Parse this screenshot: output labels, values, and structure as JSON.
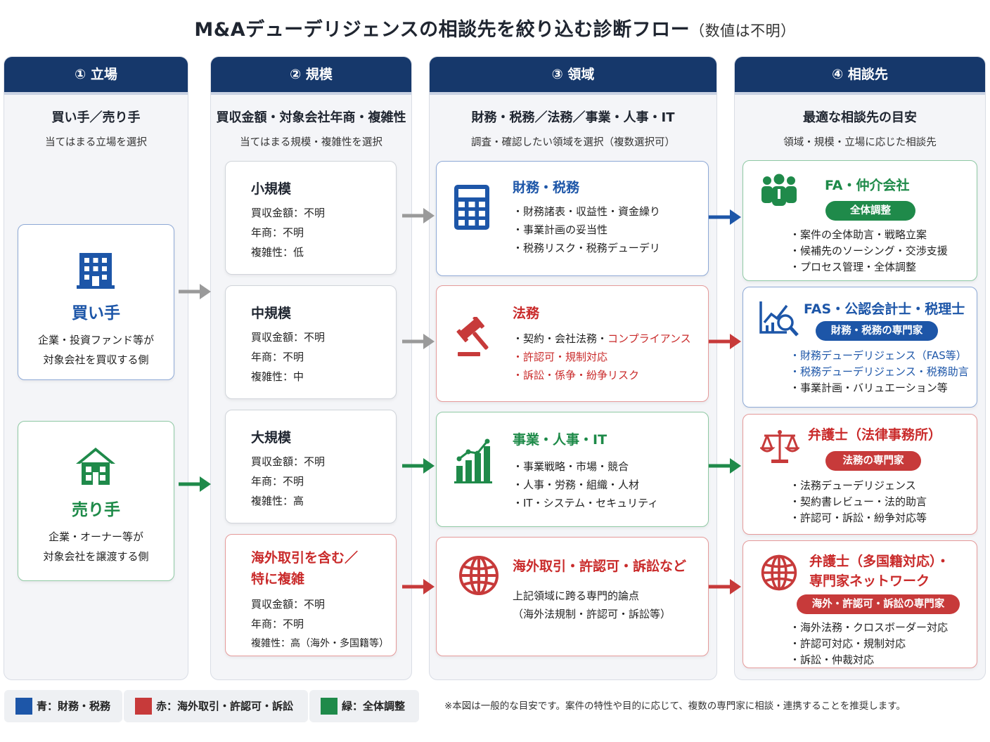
{
  "title": "M&Aデューデリジェンスの相談先を絞り込む診断フロー",
  "title_note": "（数値は不明）",
  "columns": [
    {
      "head": "① 立場",
      "sub1": "買い手／売り手",
      "sub2": "当てはまる立場を選択"
    },
    {
      "head": "② 規模",
      "sub1": "買収金額・対象会社年商・複雑性",
      "sub2": "当てはまる規模・複雑性を選択"
    },
    {
      "head": "③ 領域",
      "sub1": "財務・税務／法務／事業・人事・IT",
      "sub2": "調査・確認したい領域を選択（複数選択可）"
    },
    {
      "head": "④ 相談先",
      "sub1": "最適な相談先の目安",
      "sub2": "領域・規模・立場に応じた相談先"
    }
  ],
  "roles": [
    {
      "title": "買い手",
      "desc1": "企業・投資ファンド等が",
      "desc2": "対象会社を買収する側",
      "icon": "office-building-icon",
      "color": "#1d56a8"
    },
    {
      "title": "売り手",
      "desc1": "企業・オーナー等が",
      "desc2": "対象会社を譲渡する側",
      "icon": "house-icon",
      "color": "#1f8a4a"
    }
  ],
  "sizes": [
    {
      "title": "小規模",
      "amount": "買収金額：不明",
      "sales": "年商：不明",
      "complexity": "複雑性：低"
    },
    {
      "title": "中規模",
      "amount": "買収金額：不明",
      "sales": "年商：不明",
      "complexity": "複雑性：中"
    },
    {
      "title": "大規模",
      "amount": "買収金額：不明",
      "sales": "年商：不明",
      "complexity": "複雑性：高"
    },
    {
      "title1": "海外取引を含む／",
      "title2": "特に複雑",
      "amount": "買収金額：不明",
      "sales": "年商：不明",
      "complexity": "複雑性：高（海外・多国籍等）"
    }
  ],
  "domains": [
    {
      "title": "財務・税務",
      "icon": "calculator-icon",
      "items": [
        "・財務諸表・収益性・資金繰り",
        "・事業計画の妥当性",
        "・税務リスク・税務デューデリ"
      ]
    },
    {
      "title": "法務",
      "icon": "gavel-icon",
      "items": [
        "・契約・会社法務・",
        "コンプライアンス",
        "・許認可・規制対応",
        "・訴訟・係争・紛争リスク"
      ]
    },
    {
      "title": "事業・人事・IT",
      "icon": "growth-chart-icon",
      "items": [
        "・事業戦略・市場・競合",
        "・人事・労務・組織・人材",
        "・IT・システム・セキュリティ"
      ]
    },
    {
      "title": "海外取引・許認可・訴訟など",
      "icon": "globe-icon",
      "items": [
        "上記領域に跨る専門的論点",
        "（海外法規制・許認可・訴訟等）"
      ]
    }
  ],
  "advisors": [
    {
      "title": "FA・仲介会社",
      "badge": "全体調整",
      "icon": "people-group-icon",
      "items": [
        "・案件の全体助言・戦略立案",
        "・候補先のソーシング・交渉支援",
        "・プロセス管理・全体調整"
      ]
    },
    {
      "title": "FAS・公認会計士・税理士",
      "badge": "財務・税務の専門家",
      "icon": "analysis-magnifier-icon",
      "items": [
        "・財務デューデリジェンス（FAS等）",
        "・税務デューデリジェンス・税務助言",
        "・事業計画・バリュエーション等"
      ]
    },
    {
      "title": "弁護士（法律事務所）",
      "badge": "法務の専門家",
      "icon": "scales-icon",
      "items": [
        "・法務デューデリジェンス",
        "・契約書レビュー・法的助言",
        "・許認可・訴訟・紛争対応等"
      ]
    },
    {
      "title1": "弁護士（多国籍対応）・",
      "title2": "専門家ネットワーク",
      "badge": "海外・許認可・訴訟の専門家",
      "icon": "globe-icon",
      "items": [
        "・海外法務・クロスボーダー対応",
        "・許認可対応・規制対応",
        "・訴訟・仲裁対応"
      ]
    }
  ],
  "legend": [
    {
      "label": "青：財務・税務",
      "color": "#1d56a8"
    },
    {
      "label": "赤：海外取引・許認可・訴訟",
      "color": "#c73a3a"
    },
    {
      "label": "緑：全体調整",
      "color": "#1f8a4a"
    }
  ],
  "footnote": "※本図は一般的な目安です。案件の特性や目的に応じて、複数の専門家に相談・連携することを推奨します。"
}
